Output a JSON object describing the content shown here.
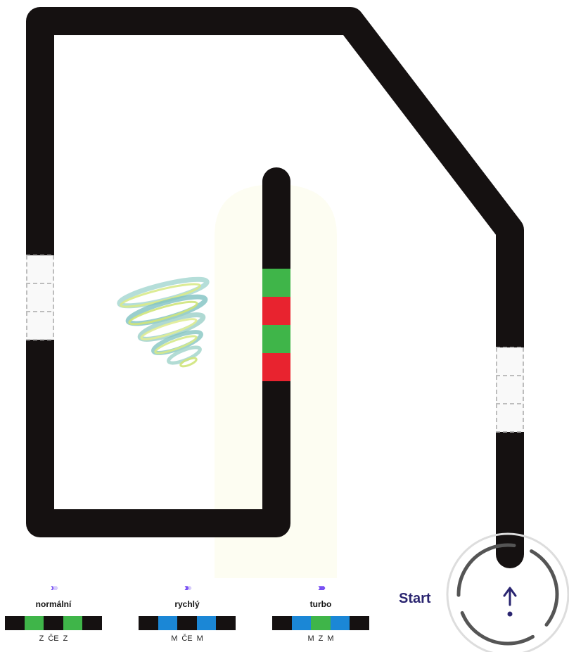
{
  "colors": {
    "track": "#151111",
    "green": "#3fb549",
    "red": "#e8232f",
    "blue": "#1b87d6",
    "black": "#151111",
    "accent": "#6f44f2",
    "start_text": "#2a2570",
    "ring": "#555555"
  },
  "icons": {
    "tornado": "tornado-icon",
    "speed": "chevrons-right-icon",
    "start_arrow": "arrow-up-icon"
  },
  "track_color_code": [
    "green",
    "red",
    "green",
    "red"
  ],
  "legend": [
    {
      "name": "normální",
      "level": 1,
      "strip": [
        "black",
        "green",
        "black",
        "green",
        "black"
      ],
      "letters": [
        "Z",
        "ČE",
        "Z"
      ]
    },
    {
      "name": "rychlý",
      "level": 2,
      "strip": [
        "black",
        "blue",
        "black",
        "blue",
        "black"
      ],
      "letters": [
        "M",
        "ČE",
        "M"
      ]
    },
    {
      "name": "turbo",
      "level": 4,
      "strip": [
        "black",
        "blue",
        "green",
        "blue",
        "black"
      ],
      "letters": [
        "M",
        "Z",
        "M"
      ]
    }
  ],
  "start_label": "Start"
}
